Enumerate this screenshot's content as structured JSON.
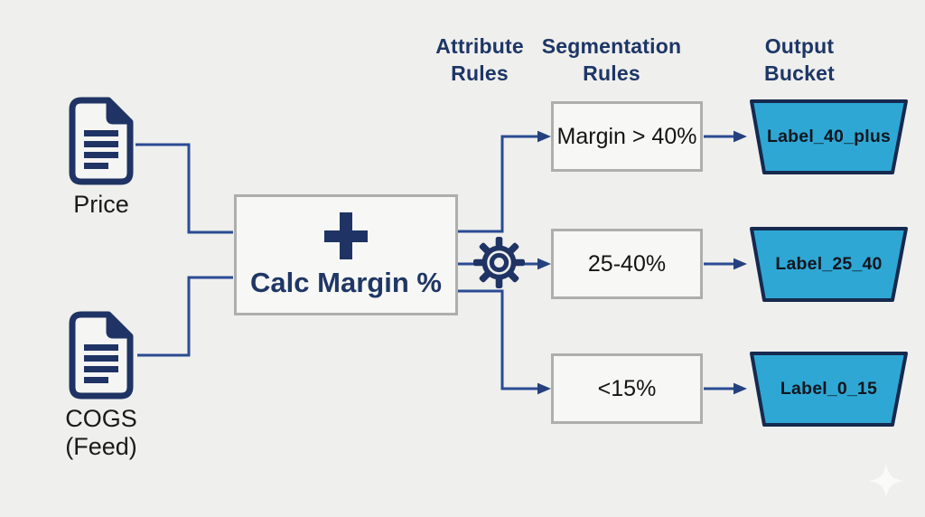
{
  "canvas": {
    "background": "#efefed"
  },
  "palette": {
    "navy": "#1f3464",
    "header_navy": "#1d3666",
    "line_blue": "#2a4b94",
    "arrowhead_blue": "#24417e",
    "box_border": "#aeaeac",
    "box_fill": "#f7f7f5",
    "bucket_fill": "#2fa7d4",
    "bucket_border": "#16294e",
    "text_dark": "#141414"
  },
  "columns": [
    {
      "id": "attribute-rules",
      "title_line1": "Attribute",
      "title_line2": "Rules"
    },
    {
      "id": "segmentation-rules",
      "title_line1": "Segmentation",
      "title_line2": "Rules"
    },
    {
      "id": "output-bucket",
      "title_line1": "Output",
      "title_line2": "Bucket"
    }
  ],
  "inputs": [
    {
      "id": "price",
      "icon": "document-icon",
      "label": "Price"
    },
    {
      "id": "cogs",
      "icon": "document-icon",
      "label": "COGS",
      "sublabel": "(Feed)"
    }
  ],
  "processor": {
    "icon": "plus-icon",
    "label": "Calc Margin %",
    "engine_icon": "gear-icon"
  },
  "rows": [
    {
      "rule": "Margin > 40%",
      "bucket": "Label_40_plus"
    },
    {
      "rule": "25-40%",
      "bucket": "Label_25_40"
    },
    {
      "rule": "<15%",
      "bucket": "Label_0_15"
    }
  ],
  "decoration": {
    "sparkle_icon": "sparkle-icon"
  }
}
